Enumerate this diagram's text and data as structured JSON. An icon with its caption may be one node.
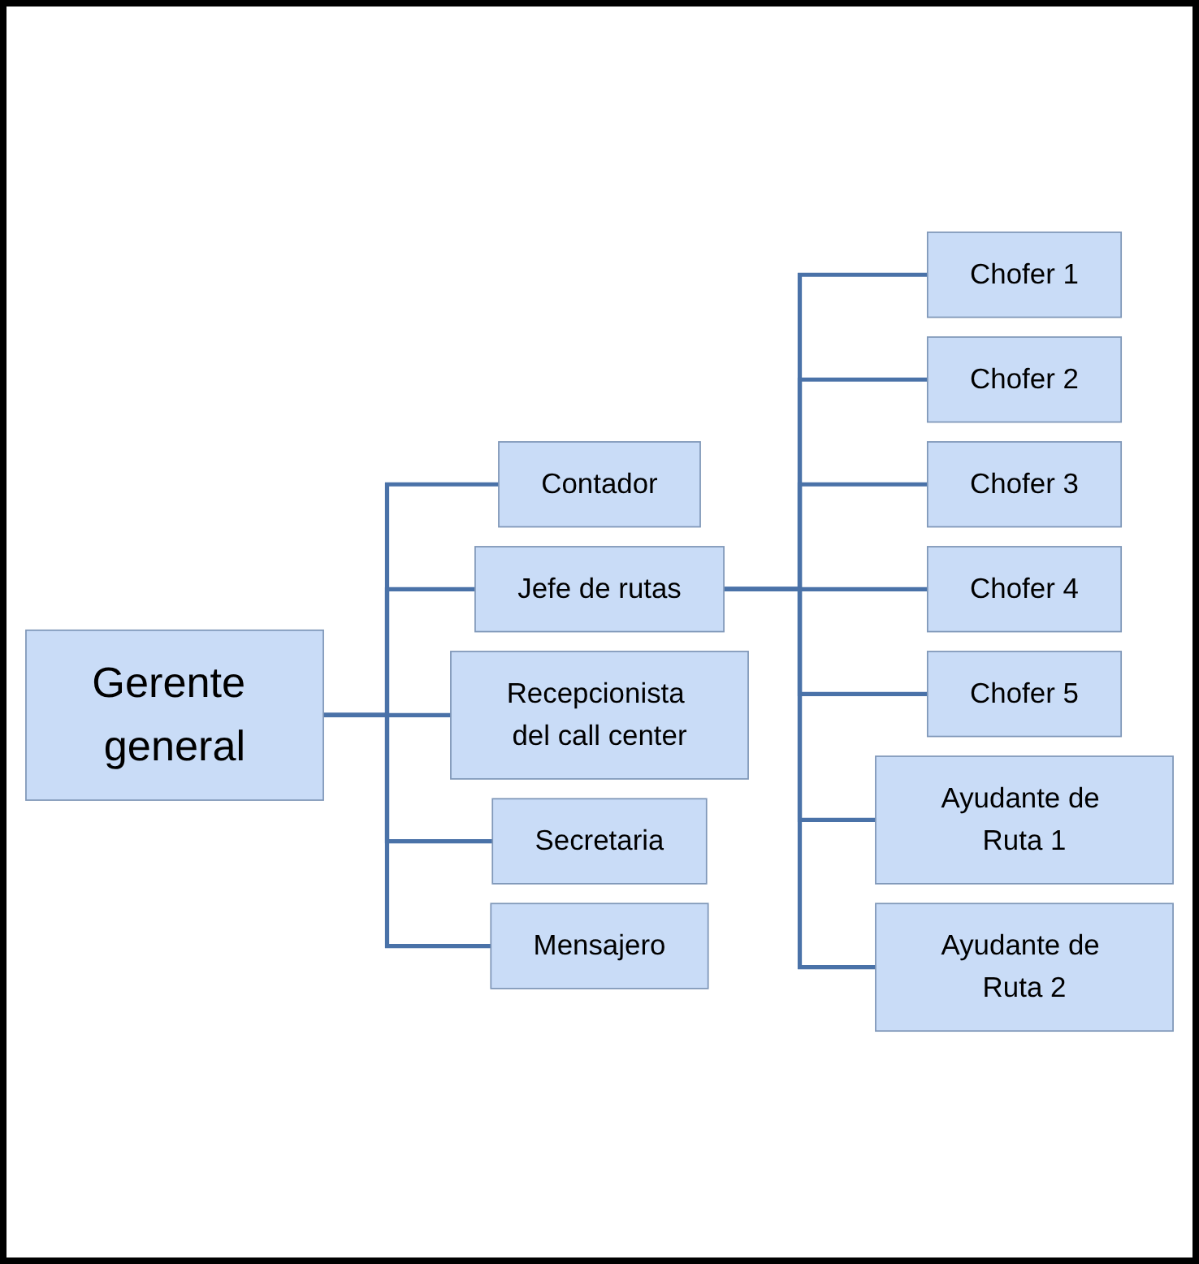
{
  "diagram": {
    "nodes": [
      {
        "text": [
          "Gerente general"
        ]
      },
      {
        "text": [
          "Contador"
        ]
      },
      {
        "text": [
          "Jefe de rutas"
        ]
      },
      {
        "text": [
          "Recepcionista del call center"
        ]
      },
      {
        "text": [
          "Secretaria"
        ]
      },
      {
        "text": [
          "Mensajero"
        ]
      },
      {
        "text": [
          "Chofer 1"
        ]
      },
      {
        "text": [
          "Chofer 2"
        ]
      },
      {
        "text": [
          "Chofer 3"
        ]
      },
      {
        "text": [
          "Chofer 4"
        ]
      },
      {
        "text": [
          "Chofer 5"
        ]
      },
      {
        "text": [
          "Ayudante de Ruta 1"
        ]
      },
      {
        "text": [
          "Ayudante de Ruta 2"
        ]
      }
    ],
    "edges": [
      {
        "from": 0,
        "to": 1,
        "arrow": "none"
      },
      {
        "from": 0,
        "to": 2,
        "arrow": "none"
      },
      {
        "from": 0,
        "to": 3,
        "arrow": "none"
      },
      {
        "from": 0,
        "to": 4,
        "arrow": "none"
      },
      {
        "from": 0,
        "to": 5,
        "arrow": "none"
      },
      {
        "from": 2,
        "to": 6,
        "arrow": "none"
      },
      {
        "from": 2,
        "to": 7,
        "arrow": "none"
      },
      {
        "from": 2,
        "to": 8,
        "arrow": "none"
      },
      {
        "from": 2,
        "to": 9,
        "arrow": "none"
      },
      {
        "from": 2,
        "to": 10,
        "arrow": "none"
      },
      {
        "from": 2,
        "to": 11,
        "arrow": "none"
      },
      {
        "from": 2,
        "to": 12,
        "arrow": "none"
      }
    ]
  }
}
